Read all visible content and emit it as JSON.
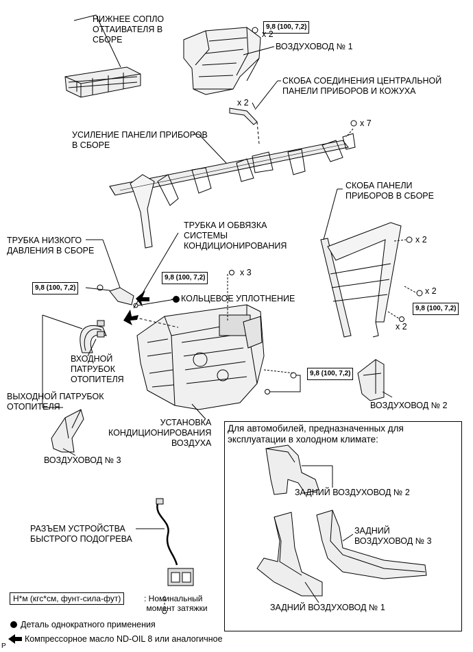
{
  "labels": {
    "nizhnee_soplo": "НИЖНЕЕ СОПЛО\nОТТАИВАТЕЛЯ В\nСБОРЕ",
    "vozduhovod_1": "ВОЗДУХОВОД № 1",
    "skoba_soedineniya": "СКОБА СОЕДИНЕНИЯ ЦЕНТРАЛЬНОЙ\nПАНЕЛИ ПРИБОРОВ И КОЖУХА",
    "usilenie": "УСИЛЕНИЕ ПАНЕЛИ ПРИБОРОВ\nВ СБОРЕ",
    "skoba_paneli": "СКОБА ПАНЕЛИ\nПРИБОРОВ В СБОРЕ",
    "trubka_obvyazka": "ТРУБКА И ОБВЯЗКА\nСИСТЕМЫ\nКОНДИЦИОНИРОВАНИЯ",
    "trubka_nizkogo": "ТРУБКА НИЗКОГО\nДАВЛЕНИЯ В СБОРЕ",
    "koltsevoe": "КОЛЬЦЕВОЕ УПЛОТНЕНИЕ",
    "vhodnoy": "ВХОДНОЙ\nПАТРУБОК\nОТОПИТЕЛЯ",
    "vyhodnoy": "ВЫХОДНОЙ ПАТРУБОК\nОТОПИТЕЛЯ",
    "vozduhovod_3": "ВОЗДУХОВОД № 3",
    "vozduhovod_2": "ВОЗДУХОВОД № 2",
    "ustanovka": "УСТАНОВКА\nКОНДИЦИОНИРОВАНИЯ\nВОЗДУХА",
    "razem": "РАЗЪЕМ УСТРОЙСТВА\nБЫСТРОГО ПОДОГРЕВА",
    "cold_title": "Для автомобилей, предназначенных для\nэксплуатации в холодном климате:",
    "zadniy_2": "ЗАДНИЙ ВОЗДУХОВОД № 2",
    "zadniy_3": "ЗАДНИЙ\nВОЗДУХОВОД № 3",
    "zadniy_1": "ЗАДНИЙ ВОЗДУХОВОД № 1"
  },
  "torque": {
    "value": "9,8 (100, 7,2)"
  },
  "quantities": {
    "x2": "x 2",
    "x3": "x 3",
    "x7": "x 7"
  },
  "legend": {
    "torque_unit": "Н*м (кгс*см, фунт-сила-фут)",
    "torque_desc": ": Номинальный\n момент затяжки",
    "one_time": "Деталь однократного применения",
    "oil": "Компрессорное масло ND-OIL 8 или аналогичное"
  },
  "corner_mark": "P"
}
